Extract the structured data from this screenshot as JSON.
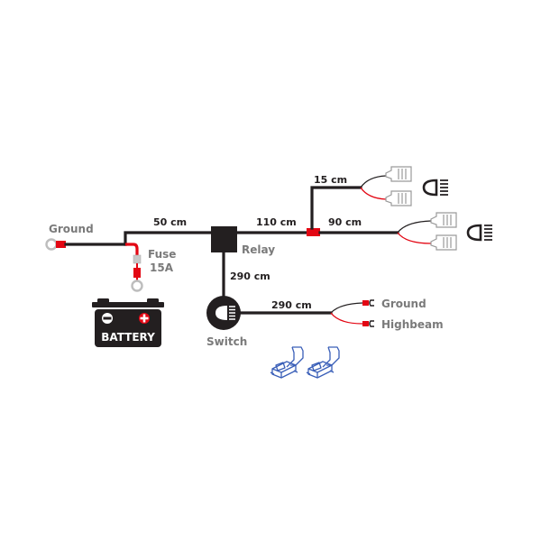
{
  "colors": {
    "wire": "#231f20",
    "red": "#e30613",
    "label_grey": "#7a7a7a",
    "connector_grey": "#9a9a9a",
    "tap_blue": "#3a5fb8"
  },
  "labels": {
    "ground_left": "Ground",
    "fuse": "Fuse",
    "fuse_rating": "15A",
    "battery": "BATTERY",
    "relay": "Relay",
    "switch": "Switch",
    "ground_right": "Ground",
    "highbeam": "Highbeam"
  },
  "lengths": {
    "battery_to_relay": "50 cm",
    "relay_to_split": "110 cm",
    "split_upper": "15 cm",
    "split_lower": "90 cm",
    "relay_to_switch": "290 cm",
    "switch_to_vehicle": "290 cm"
  },
  "icons": {
    "battery": "battery-icon",
    "switch": "headlight-switch-icon",
    "lamp_upper": "high-beam-icon",
    "lamp_lower": "high-beam-icon",
    "tap_connectors": "wire-tap-connector-icon"
  }
}
